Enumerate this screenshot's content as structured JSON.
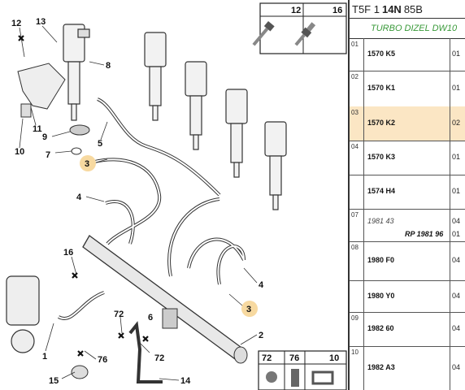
{
  "header": {
    "prefix": "T5F 1",
    "code": "14N",
    "suffix": "85B"
  },
  "subheader": "TURBO DIZEL DW10",
  "diagram": {
    "inset_top": {
      "a": "12",
      "b": "16"
    },
    "inset_bottom": {
      "a": "72",
      "b": "76",
      "c": "10"
    },
    "callouts": [
      "13",
      "12",
      "8",
      "11",
      "9",
      "10",
      "7",
      "5",
      "3",
      "4",
      "16",
      "72",
      "1",
      "76",
      "15",
      "14",
      "2",
      "72",
      "3",
      "4",
      "6"
    ]
  },
  "rows": [
    {
      "num": "01",
      "ref": "1570 K5",
      "right": "01"
    },
    {
      "num": "02",
      "ref": "1570 K1",
      "right": "01"
    },
    {
      "num": "03",
      "ref": "1570 K2",
      "right": "02",
      "highlight": true
    },
    {
      "num": "04",
      "ref": "1570 K3",
      "right": "01"
    },
    {
      "num": "",
      "ref": "1574 H4",
      "right": "01"
    },
    {
      "num": "07",
      "ref": "1981 43",
      "ref2": "RP 1981 96",
      "right": "04",
      "right2": "01"
    },
    {
      "num": "08",
      "ref": "1980 F0",
      "right": "04"
    },
    {
      "num": "",
      "ref": "1980 Y0",
      "right": "04"
    },
    {
      "num": "09",
      "ref": "1982 60",
      "right": "04"
    },
    {
      "num": "10",
      "ref": "1982 A3",
      "right": "04"
    }
  ],
  "colors": {
    "highlight": "#fbe6c4",
    "subheader": "#3a9a3a",
    "callout": "#f7d9a0"
  }
}
